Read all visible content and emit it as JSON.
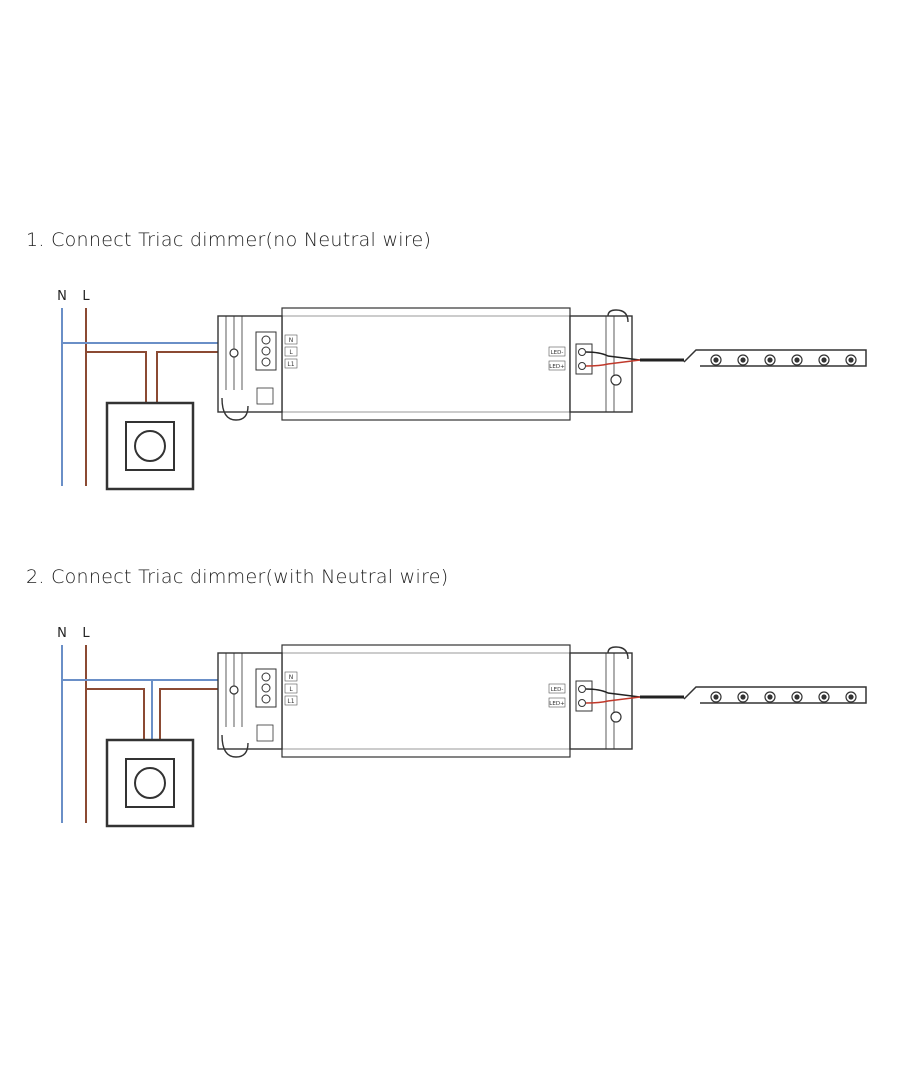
{
  "sections": [
    {
      "title": "1. Connect Triac dimmer(no Neutral wire)",
      "mains_labels": {
        "neutral": "N",
        "live": "L"
      },
      "input_terminals": [
        "N",
        "L",
        "L1"
      ],
      "output_terminals": [
        "LED-",
        "LED+"
      ]
    },
    {
      "title": "2. Connect Triac dimmer(with Neutral wire)",
      "mains_labels": {
        "neutral": "N",
        "live": "L"
      },
      "input_terminals": [
        "N",
        "L",
        "L1"
      ],
      "output_terminals": [
        "LED-",
        "LED+"
      ]
    }
  ],
  "colors": {
    "neutral_wire": "#6a8fc7",
    "live_wire": "#8b4a33",
    "led_positive_wire": "#c0392b",
    "outline": "#333333"
  },
  "icons": {
    "dimmer": "rotary-dimmer-icon",
    "driver": "led-driver-icon",
    "strip": "led-strip-icon"
  }
}
